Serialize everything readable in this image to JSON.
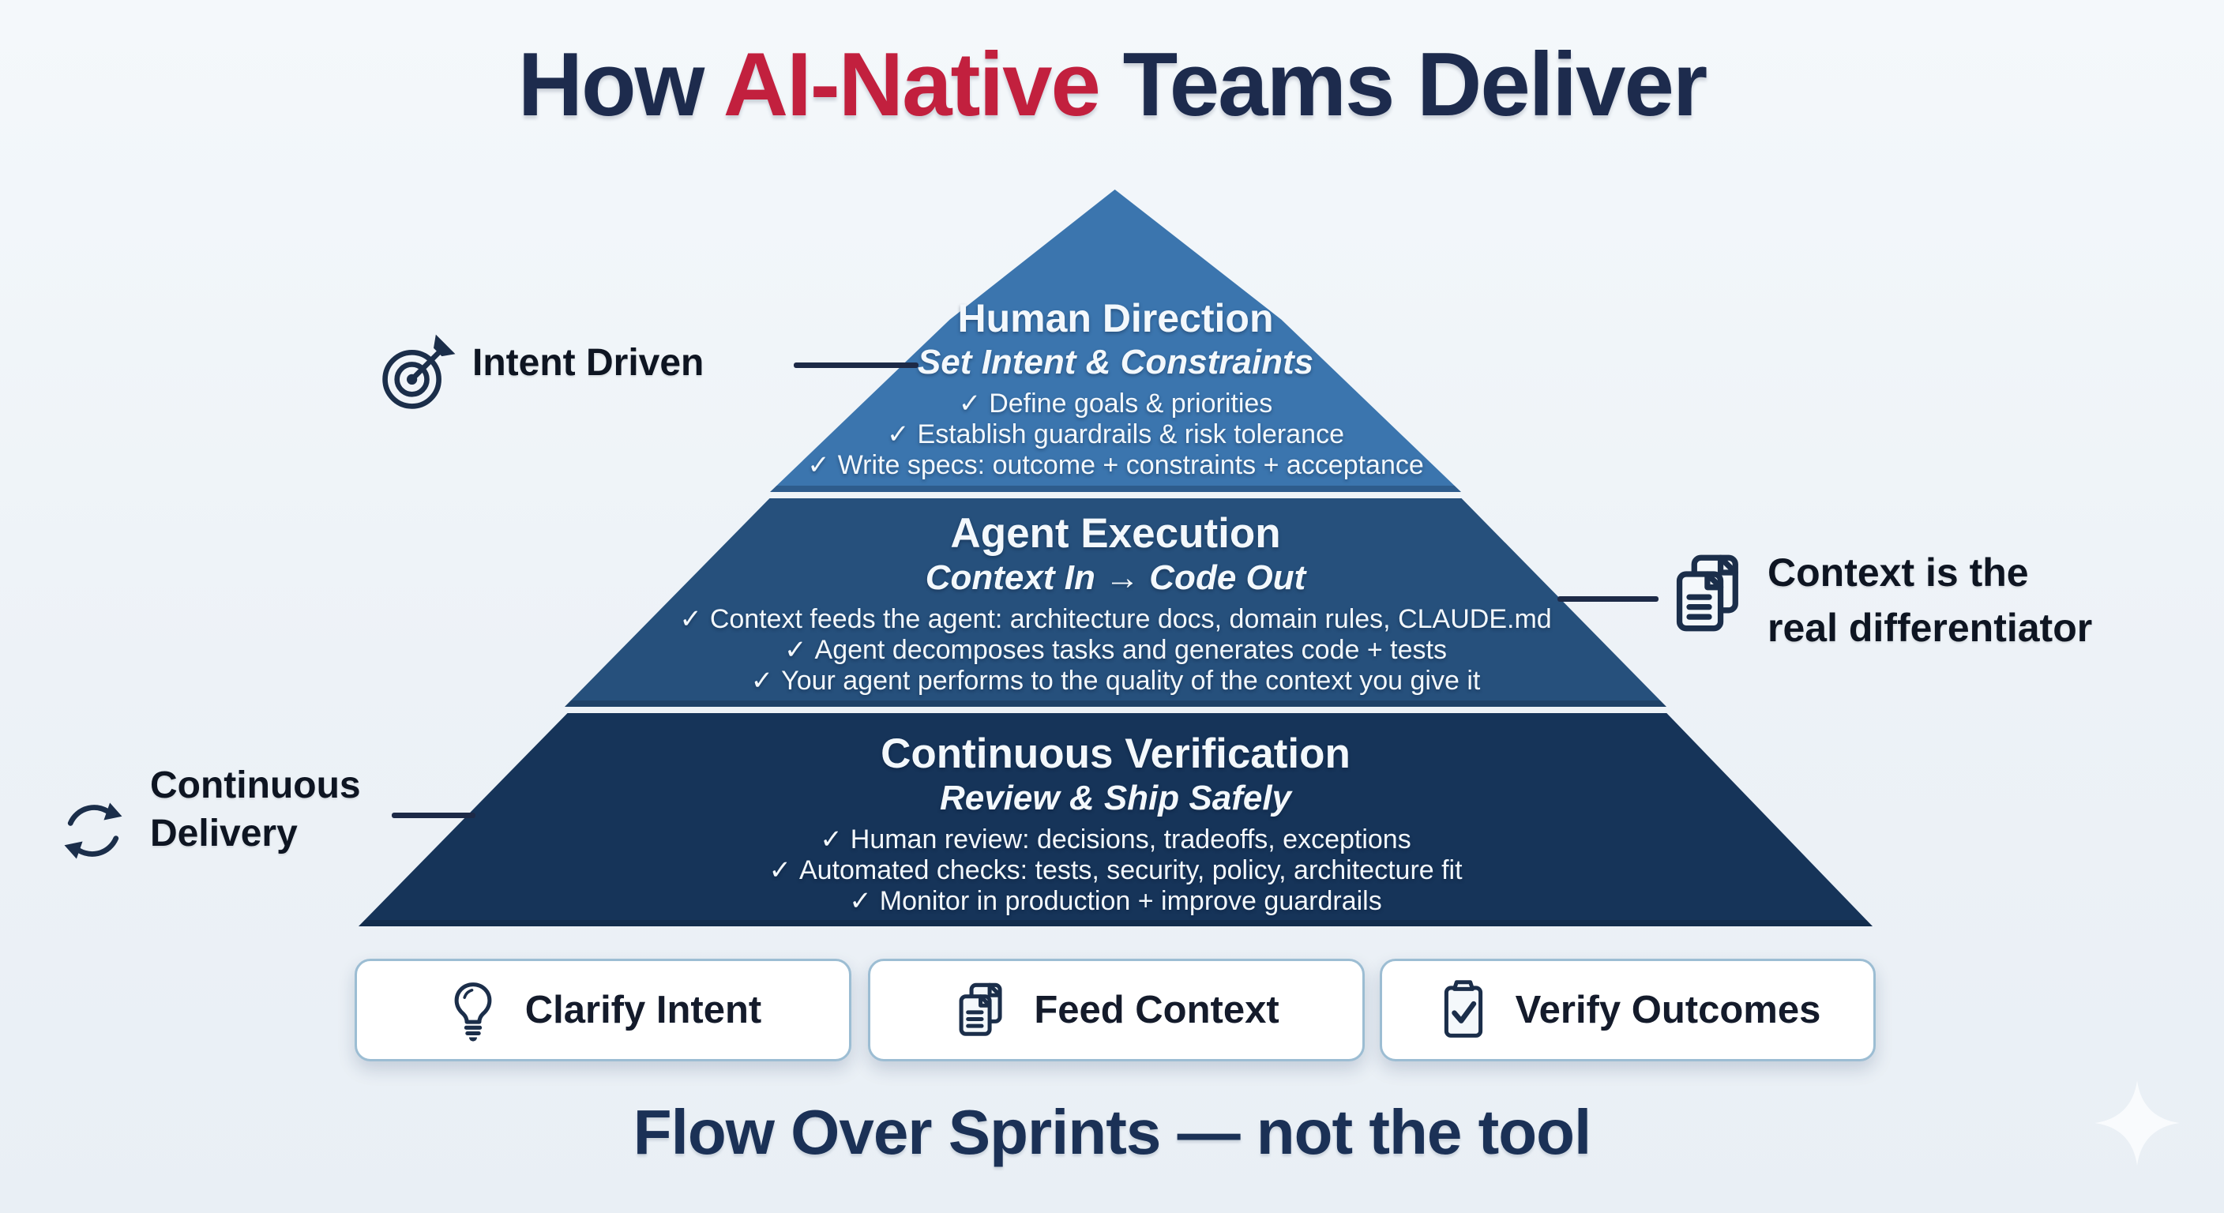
{
  "title": {
    "prefix": "How ",
    "highlight": "AI-Native",
    "suffix": " Teams Deliver"
  },
  "pyramid": {
    "check_glyph": "✓",
    "tiers": [
      {
        "name": "Human Direction",
        "subtitle": "Set Intent & Constraints",
        "items": [
          "Define goals & priorities",
          "Establish guardrails & risk tolerance",
          "Write specs: outcome + constraints + acceptance"
        ],
        "color": "#3b75ae"
      },
      {
        "name": "Agent Execution",
        "subtitle": "Context In → Code Out",
        "items": [
          "Context feeds the agent: architecture docs, domain rules, CLAUDE.md",
          "Agent decomposes tasks and generates code + tests",
          "Your agent performs to the quality of the context you give it"
        ],
        "color": "#26507c"
      },
      {
        "name": "Continuous Verification",
        "subtitle": "Review & Ship Safely",
        "items": [
          "Human review: decisions, tradeoffs, exceptions",
          "Automated checks: tests, security, policy, architecture fit",
          "Monitor in production + improve guardrails"
        ],
        "color": "#163459"
      }
    ]
  },
  "callouts": {
    "intent": {
      "label": "Intent Driven",
      "icon": "target-icon"
    },
    "continuous_delivery": {
      "line1": "Continuous",
      "line2": "Delivery",
      "icon": "sync-icon"
    },
    "context": {
      "line1": "Context is the",
      "line2": "real differentiator",
      "icon": "documents-icon"
    }
  },
  "actions": [
    {
      "label": "Clarify Intent",
      "icon": "lightbulb-icon"
    },
    {
      "label": "Feed Context",
      "icon": "documents-icon"
    },
    {
      "label": "Verify Outcomes",
      "icon": "clipboard-check-icon"
    }
  ],
  "tagline": "Flow Over Sprints — not the tool",
  "colors": {
    "background": "#edf2f7",
    "title_navy": "#1d2b4d",
    "accent_red": "#c2203e",
    "tier_top": "#3b75ae",
    "tier_middle": "#26507c",
    "tier_bottom": "#163459",
    "tier_text": "#f3f8fc",
    "callout_text": "#0e1522",
    "chip_border": "#9cbdd3",
    "tagline_navy": "#1b3156"
  }
}
